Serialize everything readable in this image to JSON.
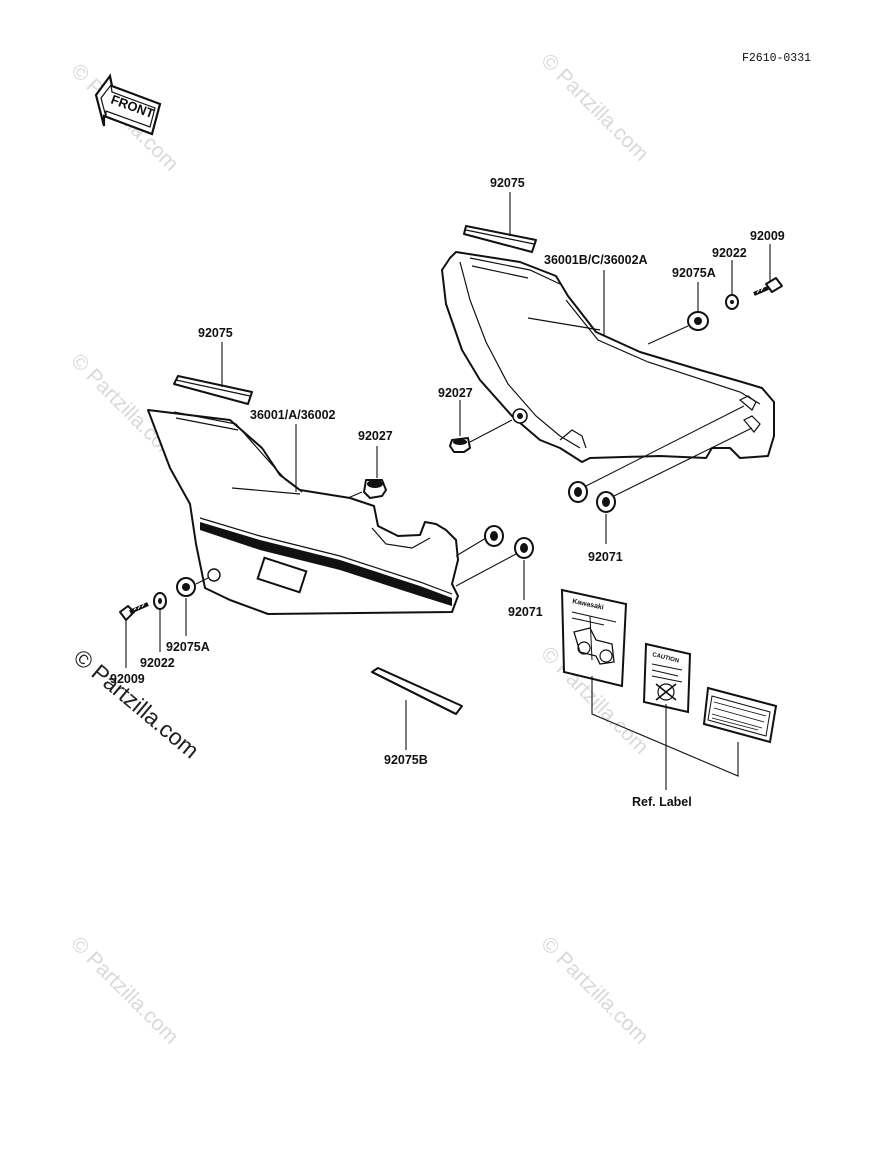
{
  "figure_code": "F2610-0331",
  "front_arrow_label": "FRONT",
  "watermark": "© Partzilla.com",
  "callouts": {
    "left_rubber_strip": "92075",
    "left_side_cover": "36001/A/36002",
    "left_collar": "92027",
    "left_grommet": "92071",
    "left_bolt": "92009",
    "left_washer": "92022",
    "left_damper": "92075A",
    "bottom_strip": "92075B",
    "right_rubber_strip": "92075",
    "right_side_cover": "36001B/C/36002A",
    "right_damper": "92075A",
    "right_washer": "92022",
    "right_bolt": "92009",
    "right_collar": "92027",
    "right_grommet": "92071",
    "ref_label": "Ref. Label"
  },
  "label_text": {
    "brand": "Kawasaki",
    "caution": "CAUTION"
  }
}
